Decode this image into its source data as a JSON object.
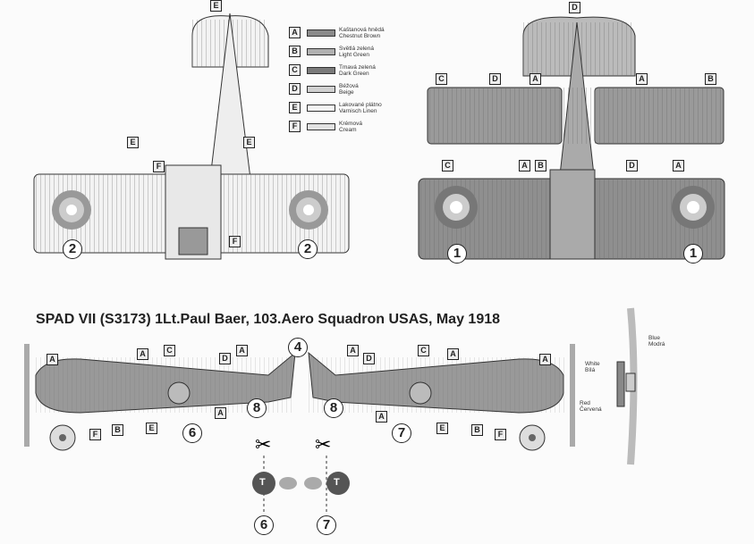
{
  "title": "SPAD VII (S3173) 1Lt.Paul Baer, 103.Aero Squadron USAS, May 1918",
  "legend": {
    "items": [
      {
        "code": "A",
        "cz": "Kaštanová hnědá",
        "en": "Chestnut Brown",
        "color": "#8a8a8a"
      },
      {
        "code": "B",
        "cz": "Světlá zelená",
        "en": "Light Green",
        "color": "#b0b0b0"
      },
      {
        "code": "C",
        "cz": "Tmavá zelená",
        "en": "Dark Green",
        "color": "#7a7a7a"
      },
      {
        "code": "D",
        "cz": "Béžová",
        "en": "Beige",
        "color": "#d0d0d0"
      },
      {
        "code": "E",
        "cz": "Lakované plátno",
        "en": "Varnisch Linen",
        "color": "#f4f4f4"
      },
      {
        "code": "F",
        "cz": "Krémová",
        "en": "Cream",
        "color": "#e2e2e2"
      }
    ]
  },
  "markers": {
    "one": "1",
    "two": "2",
    "four": "4",
    "six": "6",
    "seven": "7",
    "eight": "8"
  },
  "propeller_legend": {
    "blue_en": "Blue",
    "blue_cz": "Modrá",
    "white_en": "White",
    "white_cz": "Bílá",
    "red_en": "Red",
    "red_cz": "Červená"
  },
  "decal_letter": "T"
}
